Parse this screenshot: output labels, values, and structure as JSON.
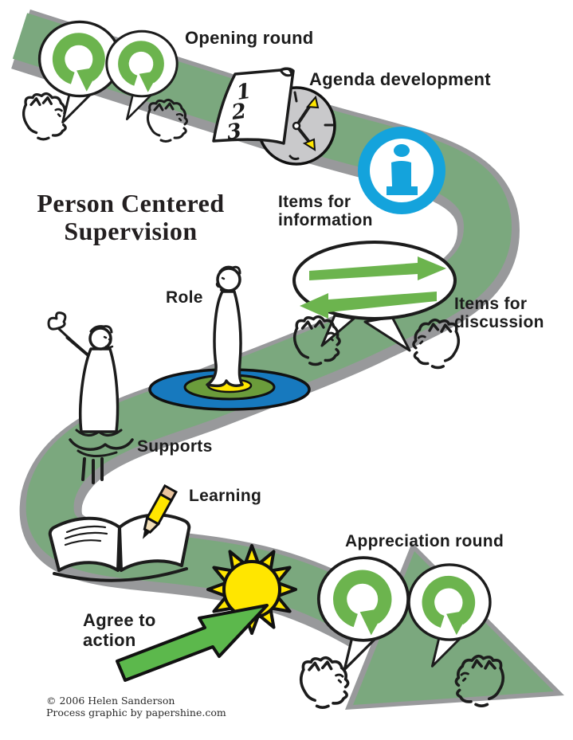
{
  "title": {
    "line1": "Person Centered",
    "line2": "Supervision"
  },
  "labels": {
    "opening_round": "Opening round",
    "agenda_development": "Agenda development",
    "items_for_information_1": "Items for",
    "items_for_information_2": "information",
    "items_for_discussion_1": "Items for",
    "items_for_discussion_2": "discussion",
    "role": "Role",
    "supports": "Supports",
    "learning": "Learning",
    "agree_to_action_1": "Agree to",
    "agree_to_action_2": "action",
    "appreciation_round": "Appreciation round"
  },
  "paper": {
    "numbers": [
      "1",
      "2",
      "3"
    ]
  },
  "info_icon_letter": "i",
  "footer": {
    "line1": "© 2006 Helen Sanderson",
    "line2": "Process graphic by papershine.com"
  },
  "icons": [
    "loop-arrow-icon",
    "speech-bubble-icon",
    "face-sketch-icon",
    "agenda-paper-icon",
    "clock-icon",
    "info-icon",
    "exchange-arrows-icon",
    "person-icon",
    "target-disc-icon",
    "pedestal-icon",
    "open-book-icon",
    "pencil-icon",
    "sun-icon",
    "green-arrow-icon",
    "path-arrowhead-icon"
  ],
  "colors": {
    "ink": "#1c1c1c",
    "path-green": "#7BA87E",
    "edge-gray": "#98999B",
    "bright-green": "#6CB44E",
    "arrow-green": "#5CB84C",
    "info-blue": "#14A3DC",
    "sun-yellow": "#FFE600",
    "clock-gray": "#C9C9CB",
    "target-blue": "#1779BE",
    "target-green": "#6B9C3B",
    "target-yellow": "#FFE600",
    "pencil-tan": "#E9C49E",
    "pencil-wood": "#F3DFB7"
  }
}
